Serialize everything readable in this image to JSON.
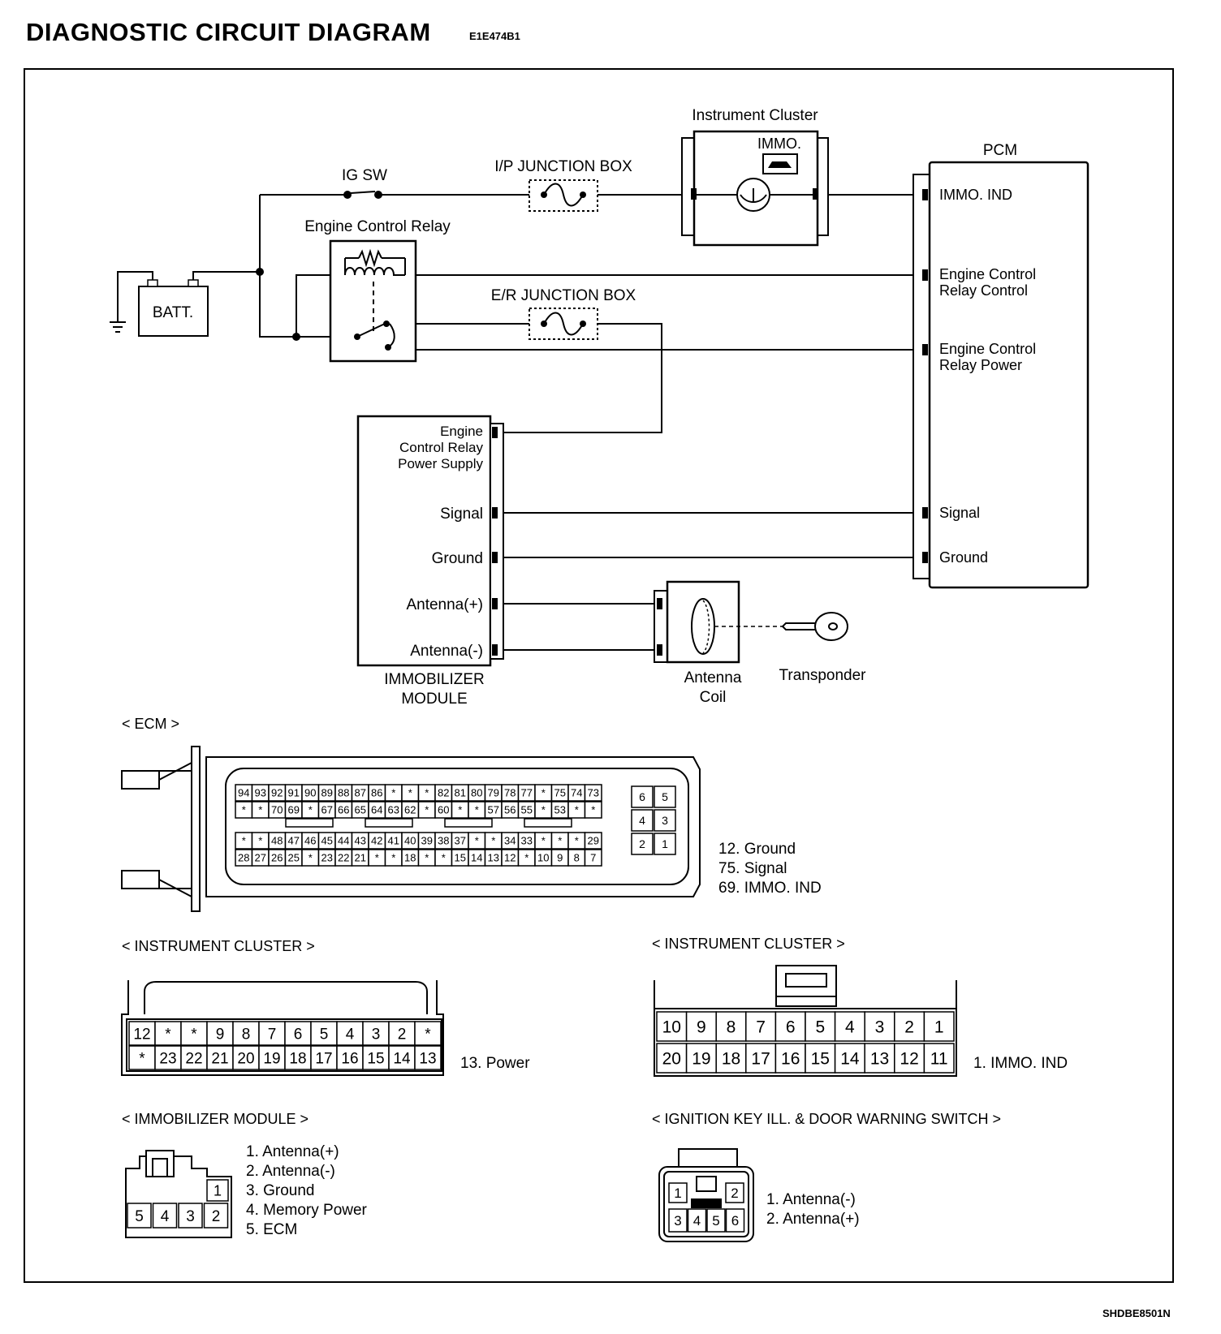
{
  "header": {
    "title": "DIAGNOSTIC CIRCUIT DIAGRAM",
    "code": "E1E474B1"
  },
  "figure_id": "SHDBE8501N",
  "circuit": {
    "ig_sw": "IG SW",
    "ip_junction_box": "I/P JUNCTION BOX",
    "er_junction_box": "E/R JUNCTION BOX",
    "engine_control_relay": "Engine Control Relay",
    "batt": "BATT.",
    "instrument_cluster": "Instrument Cluster",
    "immo_indicator": "IMMO.",
    "pcm": {
      "title": "PCM",
      "immo_ind": "IMMO. IND",
      "ecr_control": [
        "Engine Control",
        "Relay Control"
      ],
      "ecr_power": [
        "Engine Control",
        "Relay Power"
      ],
      "signal": "Signal",
      "ground": "Ground"
    },
    "immobilizer": {
      "title": [
        "IMMOBILIZER",
        "MODULE"
      ],
      "ecr_power_supply": [
        "Engine",
        "Control Relay",
        "Power Supply"
      ],
      "signal": "Signal",
      "ground": "Ground",
      "antenna_plus": "Antenna(+)",
      "antenna_minus": "Antenna(-)"
    },
    "antenna_coil": [
      "Antenna",
      "Coil"
    ],
    "transponder": "Transponder"
  },
  "ecm": {
    "title": "< ECM >",
    "row1": [
      "94",
      "93",
      "92",
      "91",
      "90",
      "89",
      "88",
      "87",
      "86",
      "*",
      "*",
      "*",
      "82",
      "81",
      "80",
      "79",
      "78",
      "77",
      "*",
      "75",
      "74",
      "73"
    ],
    "row2": [
      "*",
      "*",
      "70",
      "69",
      "*",
      "67",
      "66",
      "65",
      "64",
      "63",
      "62",
      "*",
      "60",
      "*",
      "*",
      "57",
      "56",
      "55",
      "*",
      "53",
      "*",
      "*"
    ],
    "row3": [
      "*",
      "*",
      "48",
      "47",
      "46",
      "45",
      "44",
      "43",
      "42",
      "41",
      "40",
      "39",
      "38",
      "37",
      "*",
      "*",
      "34",
      "33",
      "*",
      "*",
      "*",
      "29"
    ],
    "row4": [
      "28",
      "27",
      "26",
      "25",
      "*",
      "23",
      "22",
      "21",
      "*",
      "*",
      "18",
      "*",
      "*",
      "15",
      "14",
      "13",
      "12",
      "*",
      "10",
      "9",
      "8",
      "7"
    ],
    "side": [
      "6",
      "5",
      "4",
      "3",
      "2",
      "1"
    ],
    "legend": [
      "12. Ground",
      "75. Signal",
      "69. IMMO. IND"
    ]
  },
  "cluster_left": {
    "title": "< INSTRUMENT CLUSTER >",
    "row1": [
      "12",
      "*",
      "*",
      "9",
      "8",
      "7",
      "6",
      "5",
      "4",
      "3",
      "2",
      "*"
    ],
    "row2": [
      "*",
      "23",
      "22",
      "21",
      "20",
      "19",
      "18",
      "17",
      "16",
      "15",
      "14",
      "13"
    ],
    "legend": [
      "13. Power"
    ]
  },
  "cluster_right": {
    "title": "< INSTRUMENT CLUSTER >",
    "row1": [
      "10",
      "9",
      "8",
      "7",
      "6",
      "5",
      "4",
      "3",
      "2",
      "1"
    ],
    "row2": [
      "20",
      "19",
      "18",
      "17",
      "16",
      "15",
      "14",
      "13",
      "12",
      "11"
    ],
    "legend": [
      "1. IMMO. IND"
    ]
  },
  "immo_connector": {
    "title": "< IMMOBILIZER MODULE >",
    "pins_bottom": [
      "5",
      "4",
      "3",
      "2"
    ],
    "pin_top": "1",
    "legend": [
      "1. Antenna(+)",
      "2. Antenna(-)",
      "3. Ground",
      "4. Memory Power",
      "5. ECM"
    ]
  },
  "key_switch": {
    "title": "< IGNITION KEY ILL. & DOOR WARNING SWITCH >",
    "pins_top": [
      "1",
      "2"
    ],
    "pins_bottom": [
      "3",
      "4",
      "5",
      "6"
    ],
    "legend": [
      "1. Antenna(-)",
      "2. Antenna(+)"
    ]
  }
}
